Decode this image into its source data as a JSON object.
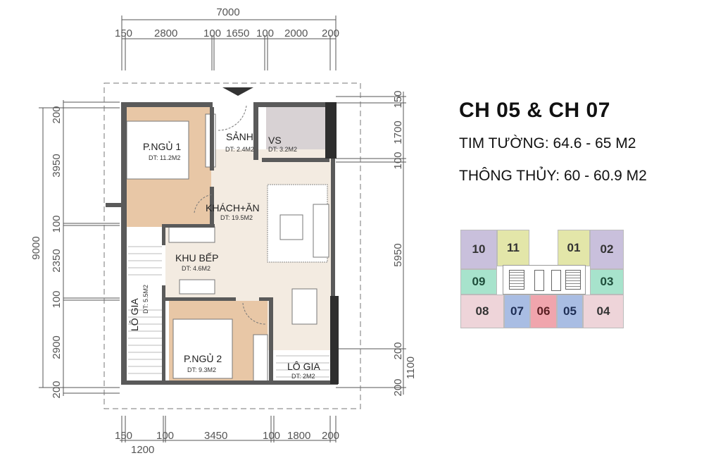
{
  "info": {
    "title": "CH 05 & CH 07",
    "wall_center_area": "TIM TƯỜNG: 64.6 - 65 M2",
    "clearance_area": "THÔNG THỦY: 60 - 60.9 M2"
  },
  "dimensions": {
    "top_total": "7000",
    "top": [
      "150",
      "2800",
      "100",
      "1650",
      "100",
      "2000",
      "200"
    ],
    "bottom": [
      "150",
      "100",
      "3450",
      "100",
      "1800",
      "200"
    ],
    "bottom_sub": "1200",
    "left_total": "9000",
    "left": [
      "200",
      "3950",
      "100",
      "2350",
      "100",
      "2900",
      "200"
    ],
    "right": [
      "150",
      "1700",
      "100",
      "5950",
      "200",
      "1100",
      "200"
    ]
  },
  "rooms": [
    {
      "name": "P.NGỦ 1",
      "area": "DT: 11.2M2"
    },
    {
      "name": "SẢNH",
      "area": "DT: 2.4M2"
    },
    {
      "name": "VS",
      "area": "DT: 3.2M2"
    },
    {
      "name": "KHÁCH+ĂN",
      "area": "DT: 19.5M2"
    },
    {
      "name": "KHU BẾP",
      "area": "DT: 4.6M2"
    },
    {
      "name": "LÔ GIA",
      "area": "DT: 5.5M2"
    },
    {
      "name": "P.NGỦ 2",
      "area": "DT: 9.3M2"
    },
    {
      "name": "LÔ GIA",
      "area": "DT: 2M2"
    }
  ],
  "colors": {
    "bedroom": "#e8c7a6",
    "living": "#f3ebe1",
    "bathroom": "#d8d2d4",
    "wall": "#5a5a5a",
    "dark_column": "#2e2e2e"
  },
  "keymap": {
    "units": [
      {
        "label": "10",
        "color": "#c9c0dc"
      },
      {
        "label": "11",
        "color": "#e3e6a9"
      },
      {
        "label": "01",
        "color": "#e3e6a9"
      },
      {
        "label": "02",
        "color": "#c9c0dc"
      },
      {
        "label": "09",
        "color": "#a7e3cc"
      },
      {
        "label": "03",
        "color": "#a7e3cc"
      },
      {
        "label": "08",
        "color": "#eed4d9"
      },
      {
        "label": "07",
        "color": "#a9bde3"
      },
      {
        "label": "06",
        "color": "#f0a5ad"
      },
      {
        "label": "05",
        "color": "#a9bde3"
      },
      {
        "label": "04",
        "color": "#eed4d9"
      }
    ]
  }
}
